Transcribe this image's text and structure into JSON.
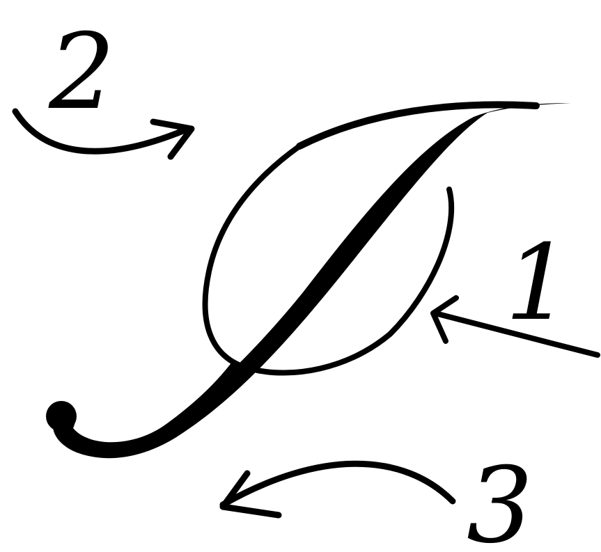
{
  "diagram": {
    "ink_color": "#000000",
    "background_color": "#ffffff",
    "steps": [
      {
        "label": "1"
      },
      {
        "label": "2"
      },
      {
        "label": "3"
      }
    ]
  }
}
